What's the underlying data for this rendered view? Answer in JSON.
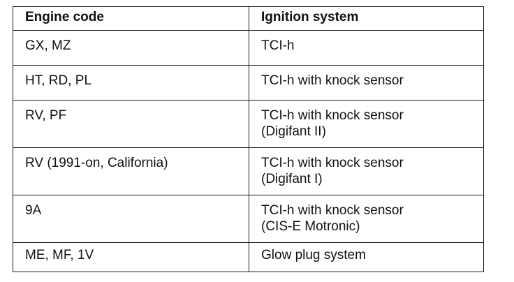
{
  "table": {
    "headers": [
      "Engine code",
      "Ignition system"
    ],
    "rows": [
      {
        "engine": "GX, MZ",
        "ignition": [
          "TCI-h"
        ]
      },
      {
        "engine": "HT, RD, PL",
        "ignition": [
          "TCI-h with knock sensor"
        ]
      },
      {
        "engine": "RV, PF",
        "ignition": [
          "TCI-h with knock sensor",
          "(Digifant II)"
        ]
      },
      {
        "engine": "RV (1991-on, California)",
        "ignition": [
          "TCI-h with knock sensor",
          "(Digifant I)"
        ]
      },
      {
        "engine": "9A",
        "ignition": [
          "TCI-h with knock sensor",
          "(CIS-E Motronic)"
        ]
      },
      {
        "engine": "ME, MF, 1V",
        "ignition": [
          "Glow plug system"
        ]
      }
    ]
  }
}
